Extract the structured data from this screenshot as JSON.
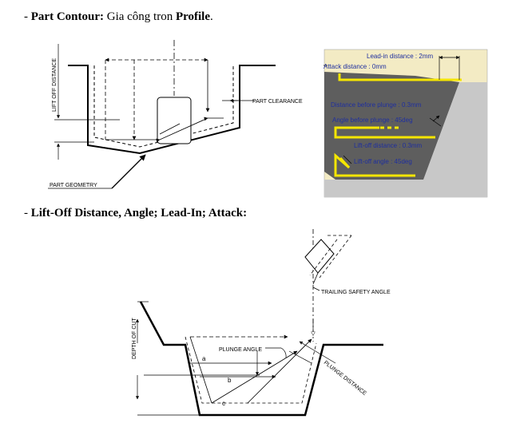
{
  "headings": {
    "part_contour": {
      "dash": "- ",
      "bold": "Part Contour:",
      "normal": " Gia công tron ",
      "bold2": "Profile",
      "end": "."
    },
    "lift_off": {
      "dash": "- ",
      "bold": "Lift-Off Distance, Angle; Lead-In; Attack:"
    }
  },
  "figure1": {
    "lift_off_distance": "LIFT OFF DISTANCE",
    "part_clearance": "PART CLEARANCE",
    "part_geometry": "PART GEOMETRY"
  },
  "figure2": {
    "lead_in": "Lead-in distance : 2mm",
    "attack": "Attack distance : 0mm",
    "dist_before_plunge": "Distance before plunge : 0.3mm",
    "angle_before_plunge": "Angle before plunge : 45deg",
    "lift_off_distance": "Lift-off distance : 0.3mm",
    "lift_off_angle": "Lift-off angle : 45deg",
    "colors": {
      "background": "#f3ebc4",
      "part": "#c8c8c8",
      "dark": "#5a5a5a",
      "path": "#f5e600"
    }
  },
  "figure3": {
    "trailing": "TRAILING SAFETY ANGLE",
    "depth": "DEPTH OF CUT",
    "plunge_angle": "PLUNGE ANGLE",
    "plunge_distance": "PLUNGE DISTANCE",
    "a": "a",
    "b": "b",
    "c": "c"
  }
}
